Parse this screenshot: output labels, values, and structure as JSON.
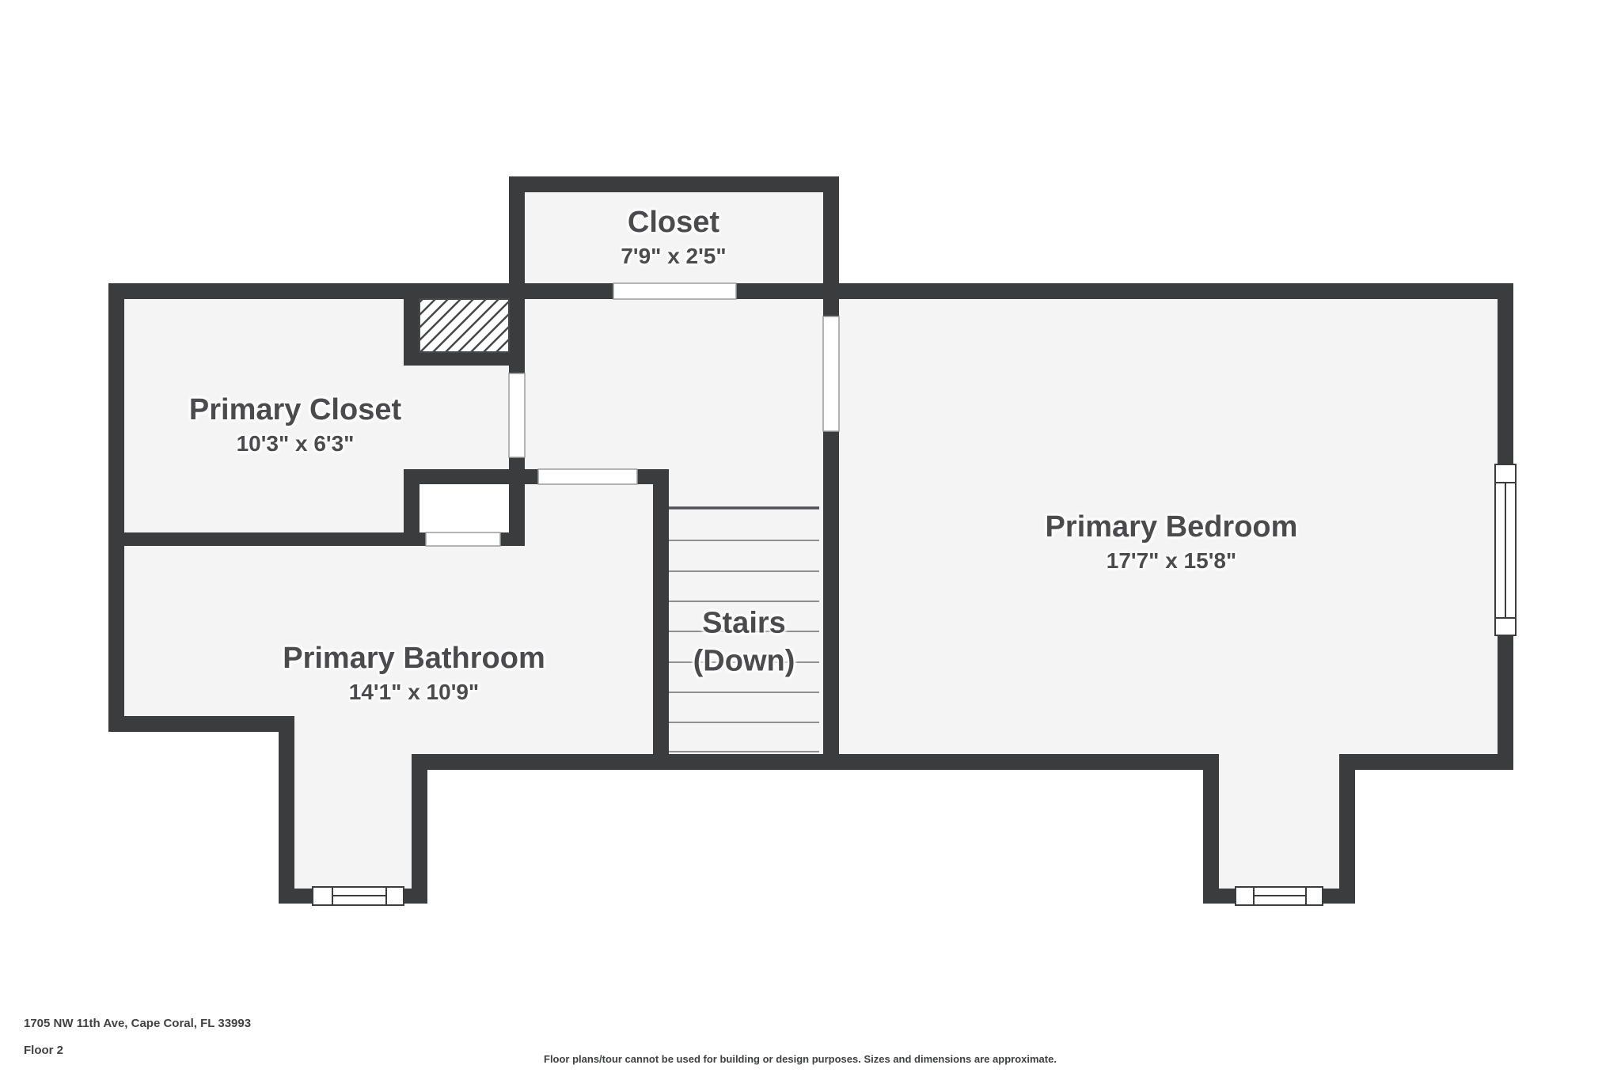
{
  "meta": {
    "address": "1705 NW 11th Ave, Cape Coral, FL 33993",
    "floor_label": "Floor 2",
    "disclaimer": "Floor plans/tour cannot be used for building or design purposes. Sizes and dimensions are approximate."
  },
  "colors": {
    "wall": "#3b3c3e",
    "room_fill": "#f4f4f5",
    "label_text": "#4b4b4d",
    "footer_text": "#414142",
    "background": "#ffffff"
  },
  "rooms": [
    {
      "id": "closet",
      "name": "Closet",
      "dims": "7'9\" x 2'5\""
    },
    {
      "id": "primary-closet",
      "name": "Primary Closet",
      "dims": "10'3\" x 6'3\""
    },
    {
      "id": "primary-bathroom",
      "name": "Primary Bathroom",
      "dims": "14'1\" x 10'9\""
    },
    {
      "id": "stairs",
      "name": "Stairs",
      "dims": "(Down)"
    },
    {
      "id": "primary-bedroom",
      "name": "Primary Bedroom",
      "dims": "17'7\" x 15'8\""
    }
  ]
}
